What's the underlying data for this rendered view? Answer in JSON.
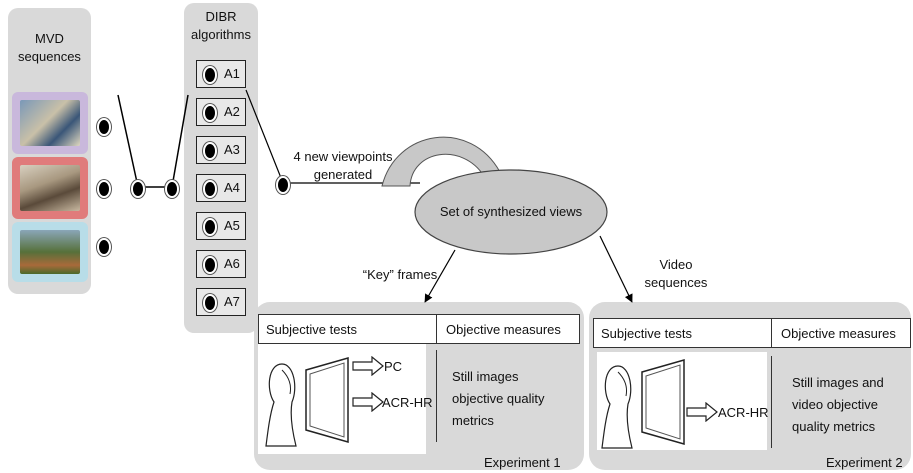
{
  "mvd": {
    "label": "MVD sequences"
  },
  "dibr": {
    "label": "DIBR algorithms",
    "algorithms": [
      "A1",
      "A2",
      "A3",
      "A4",
      "A5",
      "A6",
      "A7"
    ]
  },
  "flow": {
    "viewpoints_label": "4 new viewpoints generated",
    "synth_label": "Set of synthesized views",
    "key_frames_label": "“Key” frames",
    "video_label": "Video sequences"
  },
  "experiment1": {
    "col1": "Subjective tests",
    "col2": "Objective measures",
    "method1": "PC",
    "method2": "ACR-HR",
    "metrics": "Still images objective quality metrics",
    "label": "Experiment 1"
  },
  "experiment2": {
    "col1": "Subjective tests",
    "col2": "Objective measures",
    "method1": "ACR-HR",
    "metrics": "Still images and video objective quality metrics",
    "label": "Experiment 2"
  },
  "colors": {
    "panel": "#d9d9d9",
    "thumb1": "#c9b8dc",
    "thumb2": "#e07b7b",
    "thumb3": "#b8dde8",
    "ellipse": "#c8c8c8"
  }
}
